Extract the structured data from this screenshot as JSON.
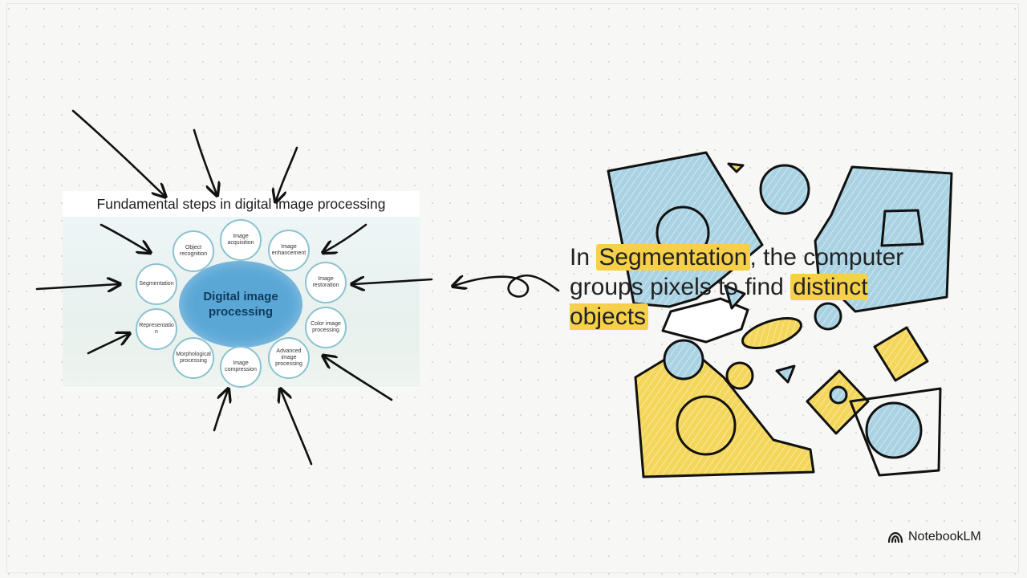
{
  "diagram": {
    "title": "Fundamental steps in digital image processing",
    "center": "Digital image processing",
    "nodes": [
      "Image acquisition",
      "Image enhancement",
      "Image restoration",
      "Color image processing",
      "Advanced image processing",
      "Image compression",
      "Morphological processing",
      "Representation",
      "Segmentation",
      "Object recognition"
    ]
  },
  "caption": {
    "prefix": "In ",
    "term": "Segmentation",
    "middle": ", the computer groups pixels to find ",
    "highlight": "distinct objects"
  },
  "brand": {
    "name": "NotebookLM",
    "icon": "notebooklm-logo-icon"
  },
  "colors": {
    "hub": "#5aa7d6",
    "node_border": "#8cc3cf",
    "highlight": "#f6d048",
    "shape_blue": "#a9d2e3",
    "shape_yellow": "#f4d65a",
    "ink": "#111111"
  }
}
